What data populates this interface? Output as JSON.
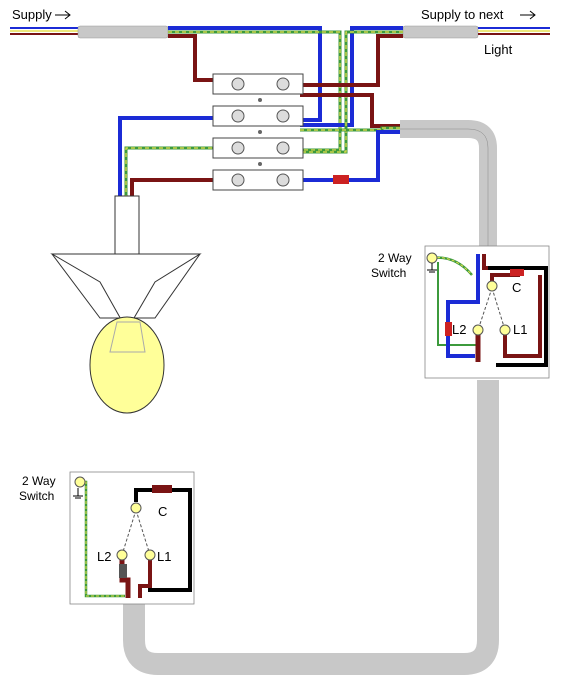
{
  "labels": {
    "supply": "Supply",
    "supply_to_next": "Supply to next",
    "light": "Light",
    "switch_right_line1": "2 Way",
    "switch_right_line2": "Switch",
    "switch_left_line1": "2 Way",
    "switch_left_line2": "Switch",
    "common": "C",
    "l1": "L1",
    "l2": "L2"
  },
  "colors": {
    "brown": "#7a1414",
    "blue": "#1b2bd6",
    "earth_green": "#3c9a3c",
    "earth_yellow": "#e8e050",
    "black": "#000000",
    "cable_grey": "#c8c8c8",
    "bulb": "#ffff99",
    "terminal": "#ffff99",
    "red_sleeve": "#cc2222"
  },
  "icons": {
    "arrow": "right-arrow-icon",
    "earth": "earth-symbol-icon"
  }
}
